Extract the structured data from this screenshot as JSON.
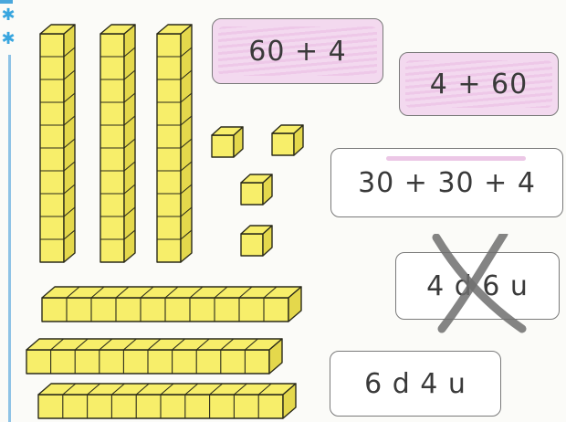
{
  "worksheet": {
    "markers": [
      "✱",
      "✱"
    ],
    "blocks": {
      "tens_rods_vertical": 3,
      "tens_rods_horizontal": 3,
      "unit_cubes": 4,
      "units_per_rod": 10
    },
    "cards": [
      {
        "text": "60 + 4",
        "highlighted": true
      },
      {
        "text": "4 + 60",
        "highlighted": true
      },
      {
        "text": "30 + 30 + 4",
        "highlighted": true
      },
      {
        "text": "4 d 6 u",
        "highlighted": false,
        "crossed_out": true
      },
      {
        "text": "6 d 4 u",
        "highlighted": false
      }
    ],
    "colors": {
      "block_fill": "#f7ee6a",
      "block_side": "#e4d84c",
      "block_stroke": "#2b2b1a",
      "highlight": "#f3d9ef",
      "cross": "#6e6e6e",
      "accent": "#39a6df"
    }
  }
}
